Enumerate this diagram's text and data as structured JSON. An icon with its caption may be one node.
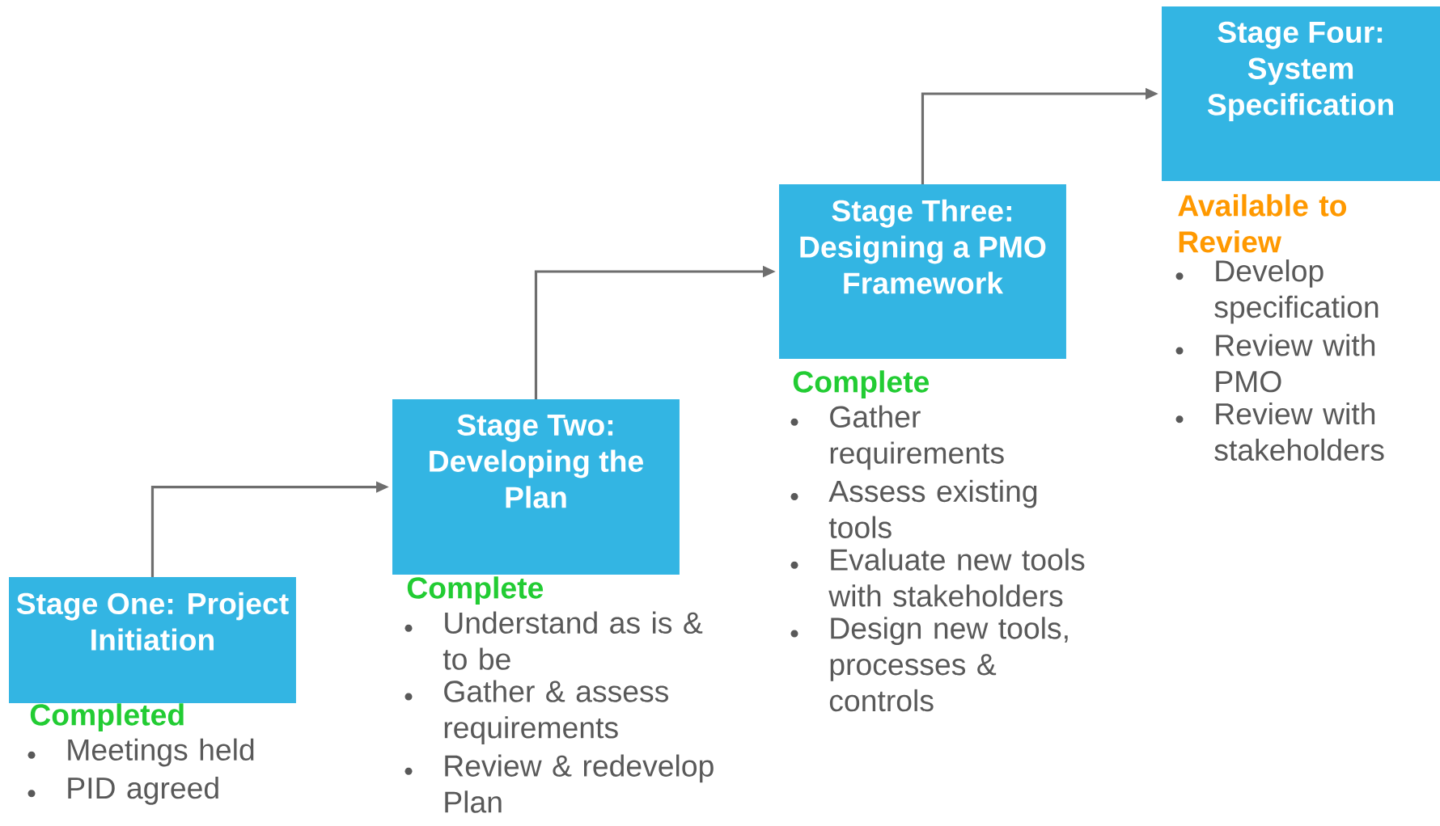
{
  "diagram": {
    "nodes": [
      {
        "text": [
          "Stage One: Project Initiation"
        ],
        "beside": [
          "Completed",
          "Meetings held",
          "PID agreed"
        ]
      },
      {
        "text": [
          "Stage Two: Developing the Plan"
        ],
        "beside": [
          "Complete",
          "Understand as is & to be",
          "Gather & assess requirements",
          "Review & redevelop Plan"
        ]
      },
      {
        "text": [
          "Stage Three: Designing a PMO Framework"
        ],
        "beside": [
          "Complete",
          "Gather requirements",
          "Assess existing tools",
          "Evaluate new tools with stakeholders",
          "Design new tools, processes & controls"
        ]
      },
      {
        "text": [
          "Stage Four: System Specification"
        ],
        "beside": [
          "Available to Review",
          "Develop specification",
          "Review with PMO",
          "Review with stakeholders"
        ]
      }
    ],
    "edges": [
      {
        "from": 0,
        "to": 1,
        "arrow": "to"
      },
      {
        "from": 1,
        "to": 2,
        "arrow": "to"
      },
      {
        "from": 2,
        "to": 3,
        "arrow": "to"
      }
    ]
  }
}
